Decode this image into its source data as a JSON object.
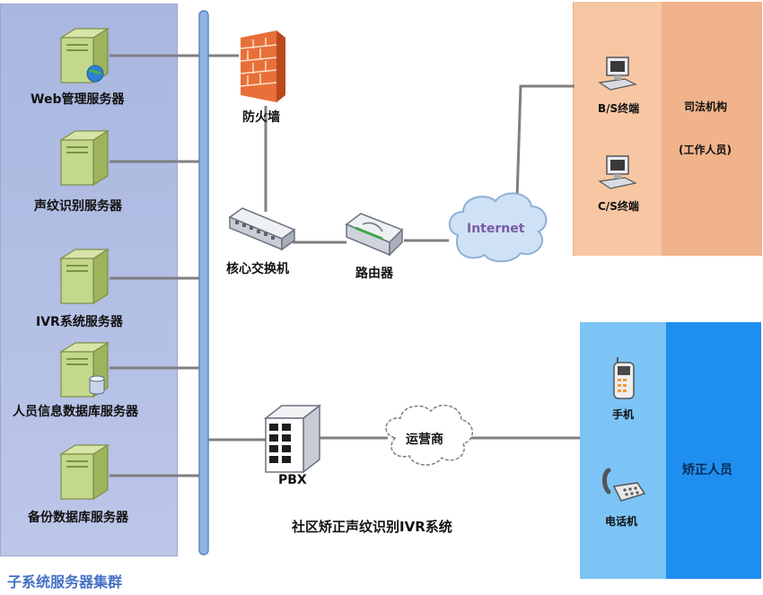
{
  "cluster": {
    "title": "子系统服务器集群",
    "servers": [
      {
        "label": "Web管理服务器"
      },
      {
        "label": "声纹识别服务器"
      },
      {
        "label": "IVR系统服务器"
      },
      {
        "label": "人员信息数据库服务器"
      },
      {
        "label": "备份数据库服务器"
      }
    ]
  },
  "network": {
    "firewall": "防火墙",
    "switch": "核心交换机",
    "router": "路由器",
    "internet": "Internet",
    "pbx": "PBX",
    "carrier": "运营商",
    "system_title": "社区矫正声纹识别IVR系统"
  },
  "justice": {
    "title": "司法机构",
    "subtitle": "(工作人员)",
    "terminals": [
      "B/S终端",
      "C/S终端"
    ]
  },
  "corrections": {
    "title": "矫正人员",
    "devices": [
      "手机",
      "电话机"
    ]
  },
  "colors": {
    "bus": "#8fb4e3",
    "line": "#7f7f7f",
    "cluster_bg": "#b3bfe4",
    "justice_bg": "#f6c7a2",
    "corrections_bg": "#1f8fef",
    "cluster_title": "#4470c4",
    "internet_text": "#7a5aa6"
  }
}
